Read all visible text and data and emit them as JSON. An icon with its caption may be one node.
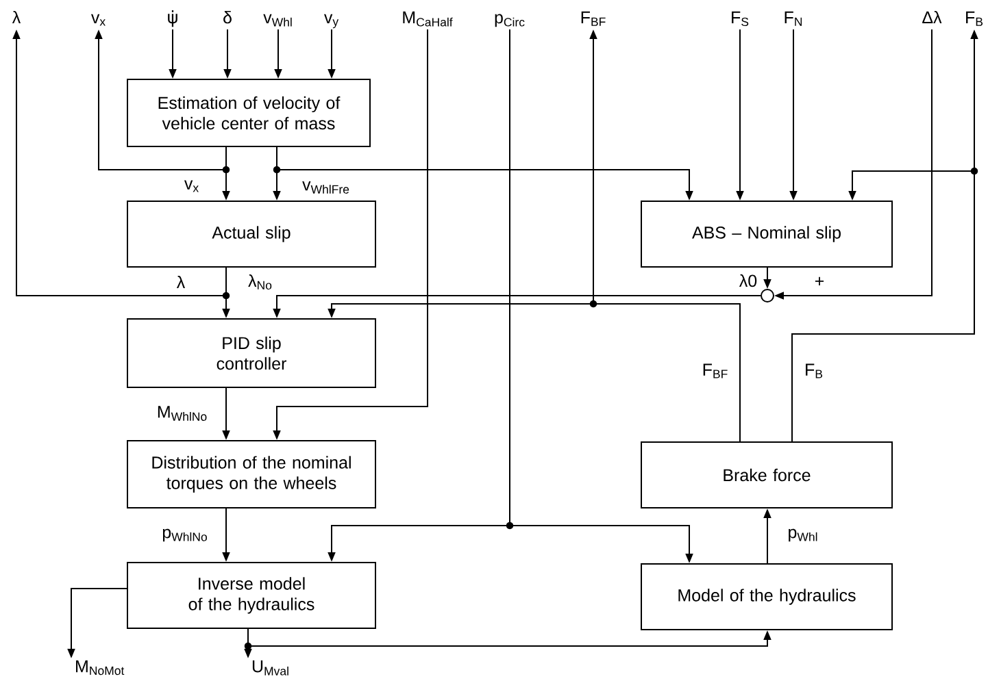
{
  "diagram": {
    "nodes": [
      {
        "text": [
          "Estimation of velocity of vehicle center of mass"
        ]
      },
      {
        "text": [
          "Actual slip"
        ]
      },
      {
        "text": [
          "ABS – Nominal slip"
        ]
      },
      {
        "text": [
          "PID slip controller"
        ]
      },
      {
        "text": [
          "Distribution of the nominal torques on the wheels"
        ]
      },
      {
        "text": [
          "Brake force"
        ]
      },
      {
        "text": [
          "Inverse model of the hydraulics"
        ]
      },
      {
        "text": [
          "Model of the hydraulics"
        ]
      },
      {
        "text": [],
        "shape": "circle"
      },
      {
        "text": [
          "λ"
        ]
      },
      {
        "text": [
          "v$_{x}$"
        ]
      },
      {
        "text": [
          "ψ̇"
        ]
      },
      {
        "text": [
          "δ"
        ]
      },
      {
        "text": [
          "v$_{Whl}$"
        ]
      },
      {
        "text": [
          "v$_{y}$"
        ]
      },
      {
        "text": [
          "M$_{CaHalf}$"
        ]
      },
      {
        "text": [
          "p$_{Circ}$"
        ]
      },
      {
        "text": [
          "F$_{BF}$"
        ]
      },
      {
        "text": [
          "F$_{S}$"
        ]
      },
      {
        "text": [
          "F$_{N}$"
        ]
      },
      {
        "text": [
          "Δλ"
        ]
      },
      {
        "text": [
          "F$_{B}$"
        ]
      },
      {
        "text": [
          "M$_{NoMot}$"
        ]
      },
      {
        "text": [
          "U$_{Mval}$"
        ]
      }
    ],
    "edges": [
      {
        "from": 11,
        "to": 0,
        "arrow": "to"
      },
      {
        "from": 12,
        "to": 0,
        "arrow": "to"
      },
      {
        "from": 13,
        "to": 0,
        "arrow": "to"
      },
      {
        "from": 14,
        "to": 0,
        "arrow": "to"
      },
      {
        "from": 0,
        "to": 1,
        "arrow": "to",
        "label": "v$_{x}$"
      },
      {
        "from": 0,
        "to": 10,
        "arrow": "to"
      },
      {
        "from": 0,
        "to": 1,
        "arrow": "to",
        "label": "v$_{WhlFre}$"
      },
      {
        "from": 0,
        "to": 2,
        "arrow": "to"
      },
      {
        "from": 1,
        "to": 9,
        "arrow": "to",
        "label": "λ"
      },
      {
        "from": 1,
        "to": 3,
        "arrow": "to"
      },
      {
        "from": 2,
        "to": 8,
        "arrow": "to",
        "label": "λ0"
      },
      {
        "from": 20,
        "to": 8,
        "arrow": "to",
        "label": "+"
      },
      {
        "from": 8,
        "to": 3,
        "arrow": "to",
        "label": "λ$_{No}$"
      },
      {
        "from": 5,
        "to": 17,
        "arrow": "to",
        "label": "F$_{BF}$"
      },
      {
        "from": 5,
        "to": 3,
        "arrow": "to"
      },
      {
        "from": 5,
        "to": 21,
        "arrow": "to",
        "label": "F$_{B}$"
      },
      {
        "from": 5,
        "to": 2,
        "arrow": "to"
      },
      {
        "from": 18,
        "to": 2,
        "arrow": "to"
      },
      {
        "from": 19,
        "to": 2,
        "arrow": "to"
      },
      {
        "from": 15,
        "to": 4,
        "arrow": "to"
      },
      {
        "from": 3,
        "to": 4,
        "arrow": "to",
        "label": "M$_{WhlNo}$"
      },
      {
        "from": 4,
        "to": 6,
        "arrow": "to",
        "label": "p$_{WhlNo}$"
      },
      {
        "from": 16,
        "to": 6,
        "arrow": "to"
      },
      {
        "from": 16,
        "to": 7,
        "arrow": "to"
      },
      {
        "from": 6,
        "to": 22,
        "arrow": "to"
      },
      {
        "from": 6,
        "to": 23,
        "arrow": "to"
      },
      {
        "from": 6,
        "to": 7,
        "arrow": "to"
      },
      {
        "from": 7,
        "to": 5,
        "arrow": "to",
        "label": "p$_{Whl}$"
      }
    ]
  }
}
